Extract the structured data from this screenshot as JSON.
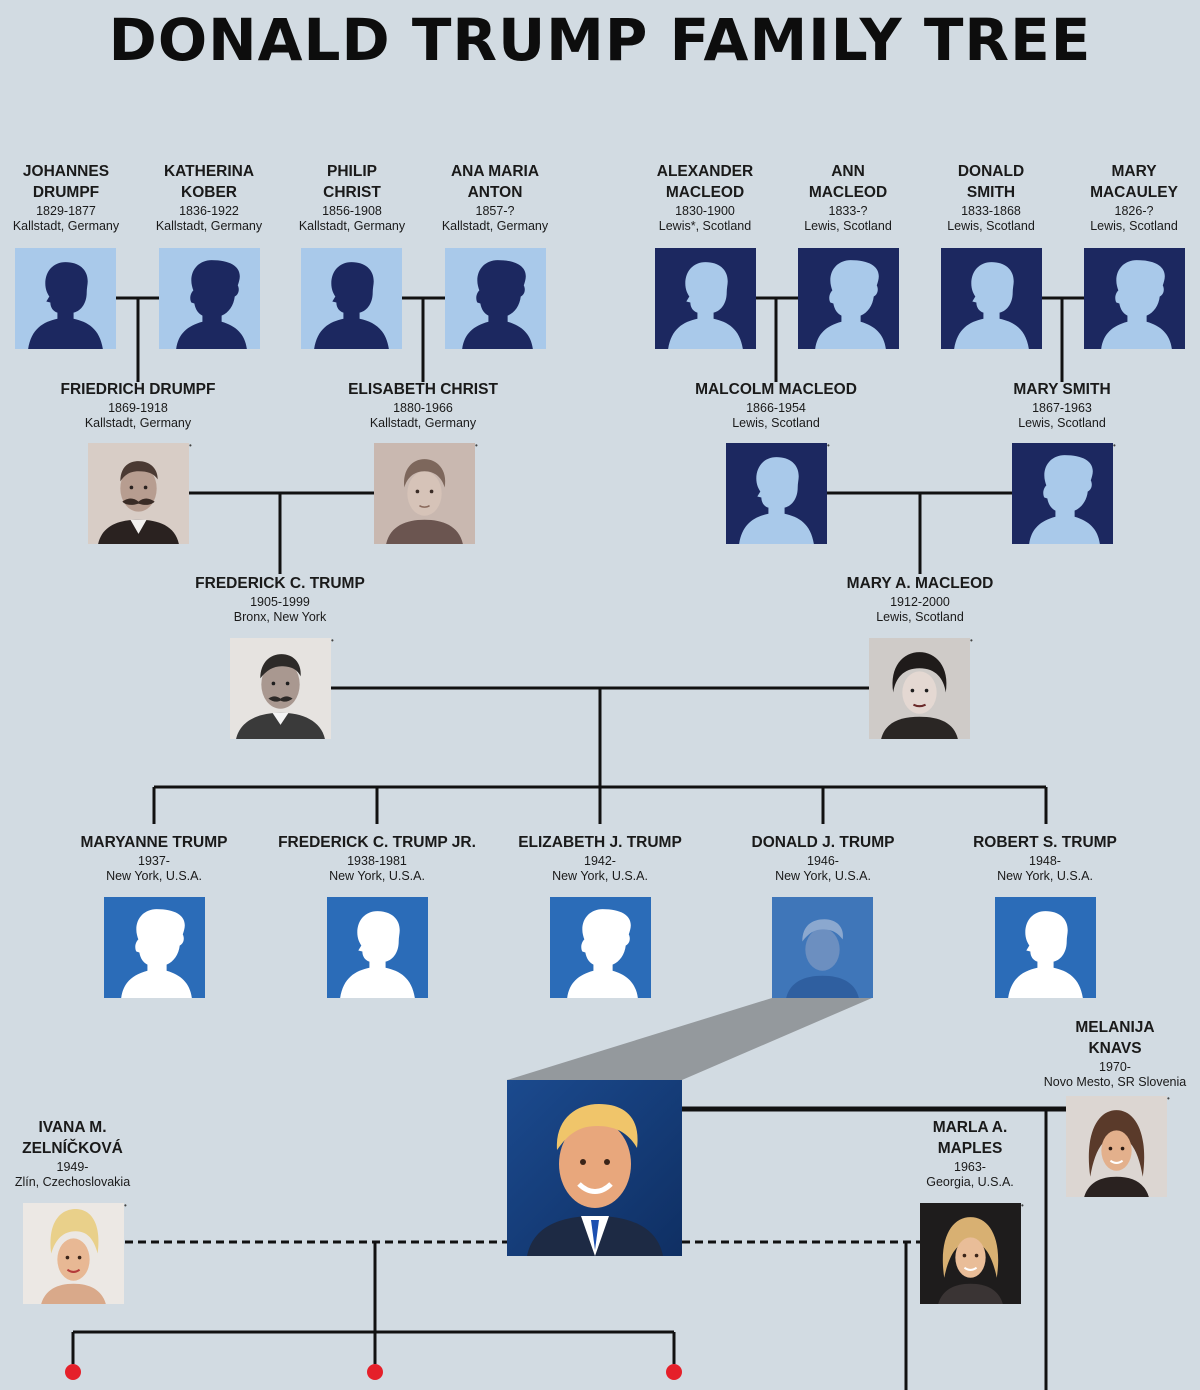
{
  "title": "DONALD TRUMP FAMILY TREE",
  "colors": {
    "background": "#d2dbe2",
    "gen1_light": "#a9c9ea",
    "gen1_dark": "#1c2860",
    "children_blue": "#2b6cb8",
    "dot_red": "#e5202a",
    "line": "#111111"
  },
  "great_grandparents": [
    {
      "key": "johannes",
      "name": [
        "JOHANNES",
        "DRUMPF"
      ],
      "dates": "1829-1877",
      "place": "Kallstadt, Germany",
      "icon": "male-silhouette-icon"
    },
    {
      "key": "katherina",
      "name": [
        "KATHERINA",
        "KOBER"
      ],
      "dates": "1836-1922",
      "place": "Kallstadt, Germany",
      "icon": "female-silhouette-icon"
    },
    {
      "key": "philip",
      "name": [
        "PHILIP",
        "CHRIST"
      ],
      "dates": "1856-1908",
      "place": "Kallstadt, Germany",
      "icon": "male-silhouette-icon"
    },
    {
      "key": "anamaria",
      "name": [
        "ANA MARIA",
        "ANTON"
      ],
      "dates": "1857-?",
      "place": "Kallstadt, Germany",
      "icon": "female-silhouette-icon"
    },
    {
      "key": "alexander",
      "name": [
        "ALEXANDER",
        "MACLEOD"
      ],
      "dates": "1830-1900",
      "place": "Lewis*, Scotland",
      "icon": "male-silhouette-icon"
    },
    {
      "key": "ann",
      "name": [
        "ANN",
        "MACLEOD"
      ],
      "dates": "1833-?",
      "place": "Lewis, Scotland",
      "icon": "female-silhouette-icon"
    },
    {
      "key": "donaldsmith",
      "name": [
        "DONALD",
        "SMITH"
      ],
      "dates": "1833-1868",
      "place": "Lewis, Scotland",
      "icon": "male-silhouette-icon"
    },
    {
      "key": "mary",
      "name": [
        "MARY",
        "MACAULEY"
      ],
      "dates": "1826-?",
      "place": "Lewis, Scotland",
      "icon": "female-silhouette-icon"
    }
  ],
  "grandparents": [
    {
      "key": "friedrich",
      "name": [
        "FRIEDRICH DRUMPF"
      ],
      "dates": "1869-1918",
      "place": "Kallstadt, Germany",
      "icon": "friedrich-portrait-icon"
    },
    {
      "key": "elisabeth",
      "name": [
        "ELISABETH CHRIST"
      ],
      "dates": "1880-1966",
      "place": "Kallstadt, Germany",
      "icon": "elisabeth-portrait-icon"
    },
    {
      "key": "malcolm",
      "name": [
        "MALCOLM MACLEOD"
      ],
      "dates": "1866-1954",
      "place": "Lewis, Scotland",
      "icon": "male-silhouette-icon"
    },
    {
      "key": "marysmith",
      "name": [
        "MARY SMITH"
      ],
      "dates": "1867-1963",
      "place": "Lewis, Scotland",
      "icon": "female-silhouette-icon"
    }
  ],
  "parents": [
    {
      "key": "frederick",
      "name": [
        "FREDERICK C. TRUMP"
      ],
      "dates": "1905-1999",
      "place": "Bronx, New York",
      "icon": "frederick-portrait-icon"
    },
    {
      "key": "marya",
      "name": [
        "MARY A. MACLEOD"
      ],
      "dates": "1912-2000",
      "place": "Lewis, Scotland",
      "icon": "mary-macleod-portrait-icon"
    }
  ],
  "children": [
    {
      "key": "maryanne",
      "name": [
        "MARYANNE TRUMP"
      ],
      "dates": "1937-",
      "place": "New York, U.S.A.",
      "icon": "female-silhouette-icon"
    },
    {
      "key": "fredjr",
      "name": [
        "FREDERICK C. TRUMP JR."
      ],
      "dates": "1938-1981",
      "place": "New York, U.S.A.",
      "icon": "male-silhouette-icon"
    },
    {
      "key": "elizabeth",
      "name": [
        "ELIZABETH J. TRUMP"
      ],
      "dates": "1942-",
      "place": "New York, U.S.A.",
      "icon": "female-silhouette-icon"
    },
    {
      "key": "donald",
      "name": [
        "DONALD J. TRUMP"
      ],
      "dates": "1946-",
      "place": "New York, U.S.A.",
      "icon": "donald-thumbnail-icon"
    },
    {
      "key": "robert",
      "name": [
        "ROBERT S. TRUMP"
      ],
      "dates": "1948-",
      "place": "New York, U.S.A.",
      "icon": "male-silhouette-icon"
    }
  ],
  "spouses": [
    {
      "key": "ivana",
      "name": [
        "IVANA M.",
        "ZELNÍČKOVÁ"
      ],
      "dates": "1949-",
      "place": "Zlín, Czechoslovakia",
      "icon": "ivana-portrait-icon"
    },
    {
      "key": "marla",
      "name": [
        "MARLA A.",
        "MAPLES"
      ],
      "dates": "1963-",
      "place": "Georgia, U.S.A.",
      "icon": "marla-portrait-icon"
    },
    {
      "key": "melania",
      "name": [
        "MELANIJA",
        "KNAVS"
      ],
      "dates": "1970-",
      "place": "Novo Mesto, SR Slovenia",
      "icon": "melania-portrait-icon"
    }
  ],
  "donald_large": {
    "icon": "donald-portrait-icon"
  },
  "offspring_markers": {
    "count": 3,
    "color": "#e5202a"
  }
}
